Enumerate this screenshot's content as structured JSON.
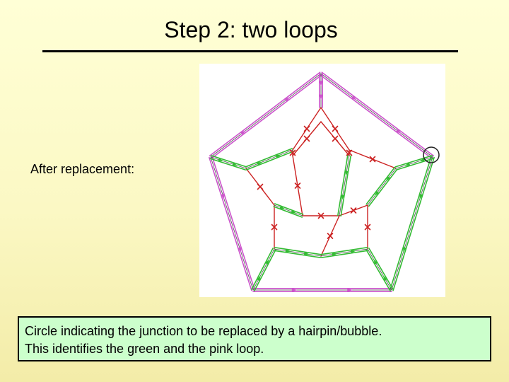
{
  "slide": {
    "title": "Step 2: two loops",
    "subtitle": "After replacement:",
    "caption": {
      "line1": "Circle indicating the junction to be replaced by a hairpin/bubble.",
      "line2": "This identifies the green and the pink loop."
    }
  },
  "colors": {
    "pink_loop": "#cc55cc",
    "green_loop": "#33bb33",
    "crossing": "#cc2222",
    "caption_bg": "#ccffcc"
  }
}
